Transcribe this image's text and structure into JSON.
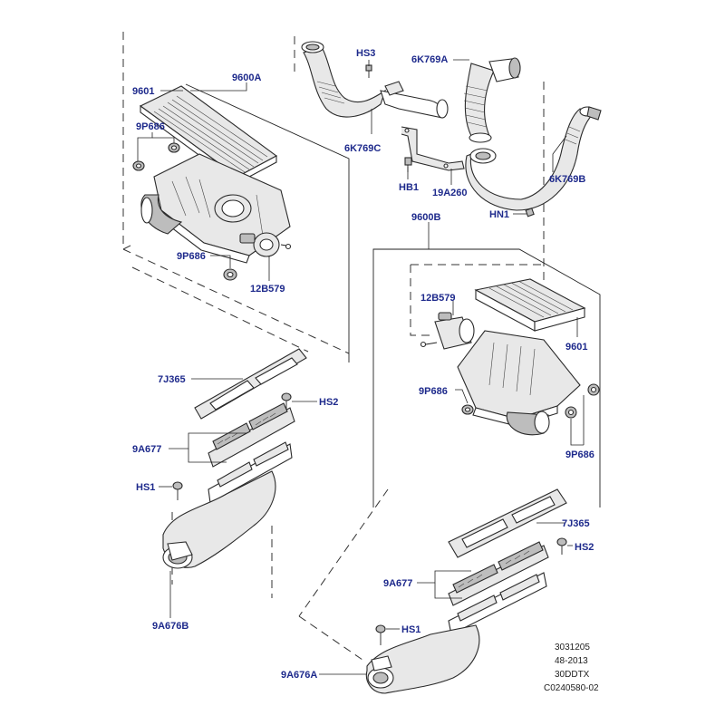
{
  "labels": {
    "l_9601_a": "9601",
    "l_9600a": "9600A",
    "l_9p686_a": "9P686",
    "l_9p686_b": "9P686",
    "l_12b579_a": "12B579",
    "l_hs3": "HS3",
    "l_6k769a": "6K769A",
    "l_6k769c": "6K769C",
    "l_hb1": "HB1",
    "l_19a260": "19A260",
    "l_6k769b": "6K769B",
    "l_hn1": "HN1",
    "l_9600b": "9600B",
    "l_12b579_b": "12B579",
    "l_9601_b": "9601",
    "l_9p686_c": "9P686",
    "l_9p686_d": "9P686",
    "l_7j365_a": "7J365",
    "l_hs2_a": "HS2",
    "l_9a677_a": "9A677",
    "l_hs1_a": "HS1",
    "l_9a676b": "9A676B",
    "l_7j365_b": "7J365",
    "l_hs2_b": "HS2",
    "l_9a677_b": "9A677",
    "l_hs1_b": "HS1",
    "l_9a676a": "9A676A"
  },
  "reference": {
    "line1": "3031205",
    "line2": "48-2013",
    "line3": "30DDTX",
    "line4": "C0240580-02"
  }
}
